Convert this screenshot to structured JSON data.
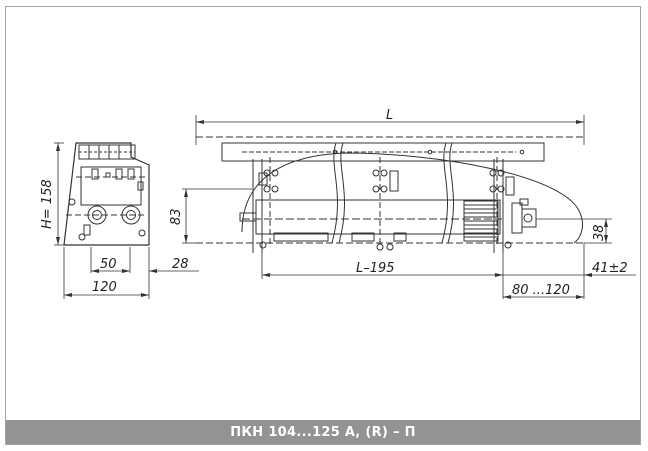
{
  "caption": "ПКН 104...125 А, (R) – П",
  "dimensions": {
    "height": "H= 158",
    "side_83": "83",
    "w50": "50",
    "w28": "28",
    "w120": "120",
    "length": "L",
    "length_minus": "L–195",
    "offset": "80 ...120",
    "h38": "38",
    "tol": "41±2"
  },
  "colors": {
    "line": "#333333",
    "caption_bg": "#939393",
    "caption_text": "#ffffff",
    "border": "#a3a3a3"
  }
}
